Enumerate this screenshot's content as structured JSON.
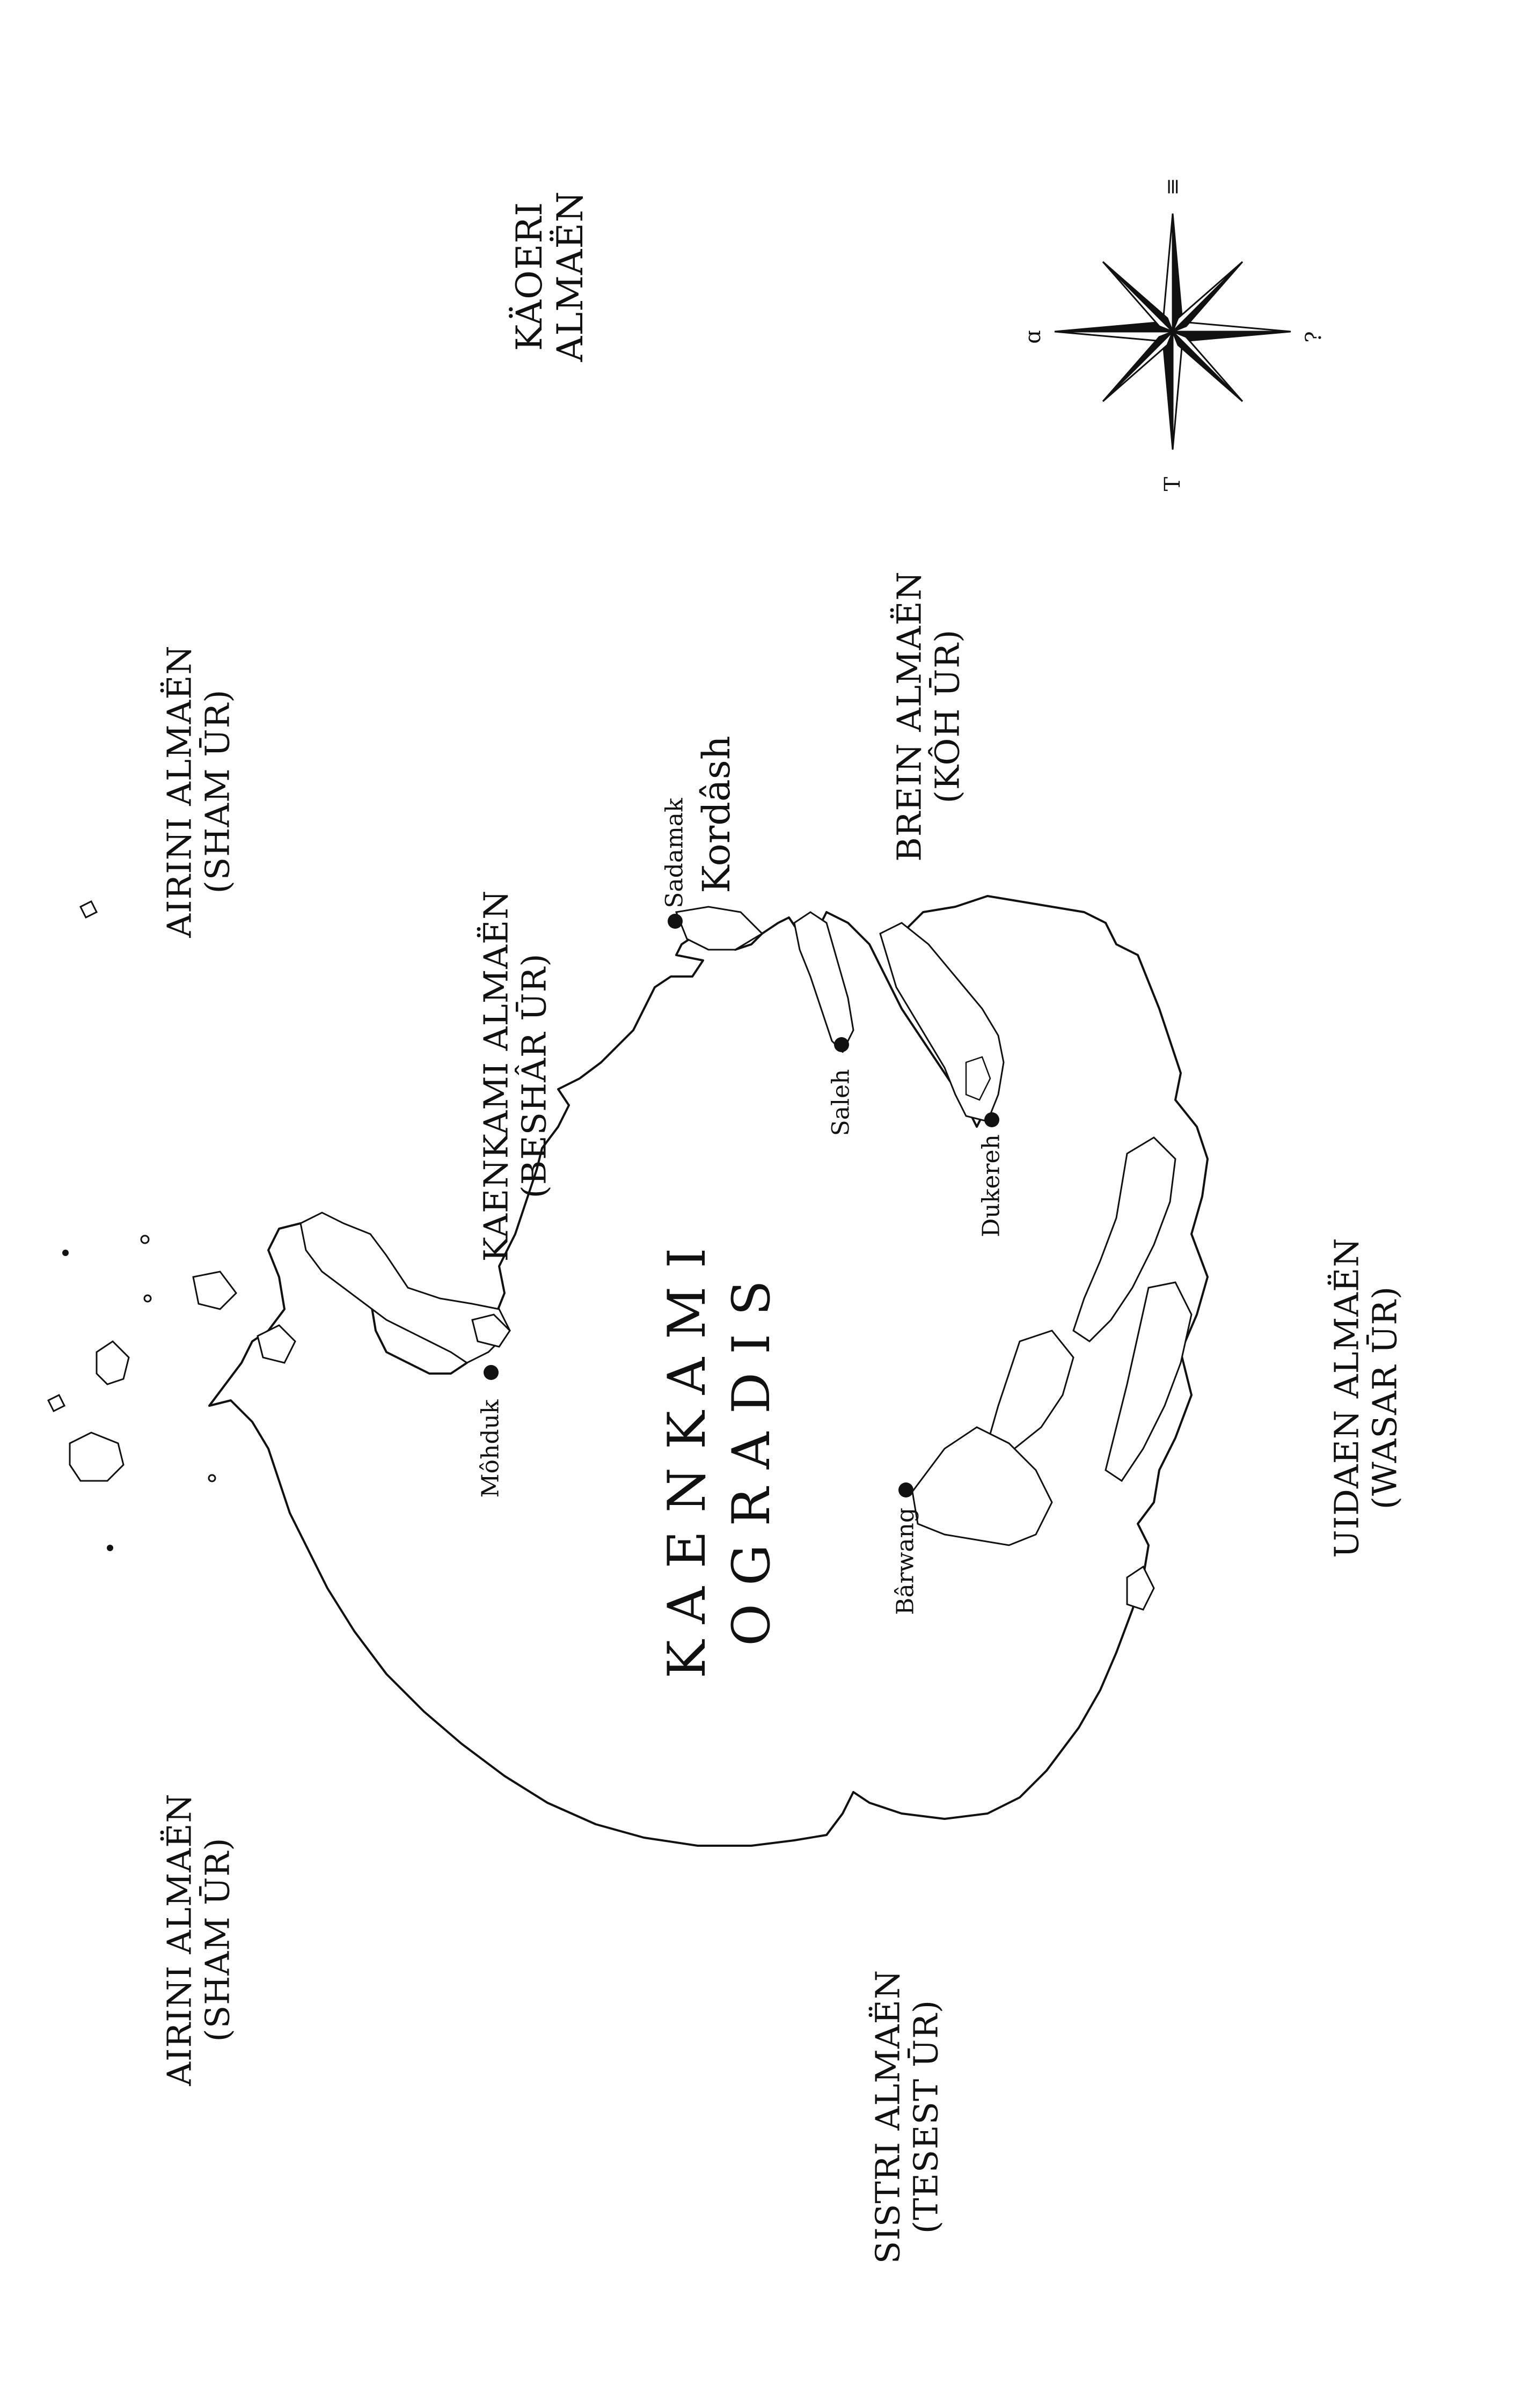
{
  "seas": {
    "airini_top": {
      "line1": "AIRINI ALMAËN",
      "line2": "(SHAM ŪR)"
    },
    "airini_bottom": {
      "line1": "AIRINI ALMAËN",
      "line2": "(SHAM ŪR)"
    },
    "kaoeri": {
      "line1": "KÄOERI",
      "line2": "ALMAËN"
    },
    "kaenkami_sea": {
      "line1": "KAENKAMI ALMAËN",
      "line2": "(BESHÂR ŪR)"
    },
    "brein": {
      "line1": "BREIN ALMAËN",
      "line2": "(KÔH ŪR)"
    },
    "uidaen": {
      "line1": "UIDAEN ALMAËN",
      "line2": "(WASAR ŪR)"
    },
    "sistri": {
      "line1": "SISTRI ALMAËN",
      "line2": "(TESEST ŪR)"
    }
  },
  "continent": {
    "line1": "KAENKAMI",
    "line2": "OGRADIS"
  },
  "regions": {
    "kordash": "Kordâsh"
  },
  "towns": {
    "sadamak": "Sadamak",
    "saleh": "Saleh",
    "dukereh": "Dukereh",
    "mohduk": "Môhduk",
    "barwang": "Bârwang"
  },
  "compass": {
    "north_glyph": "≡",
    "south_glyph": "T",
    "west_glyph": "ɑ",
    "east_glyph": "?"
  },
  "colors": {
    "ink": "#111111",
    "land_fill": "#ffffff",
    "sea": "#ffffff"
  }
}
